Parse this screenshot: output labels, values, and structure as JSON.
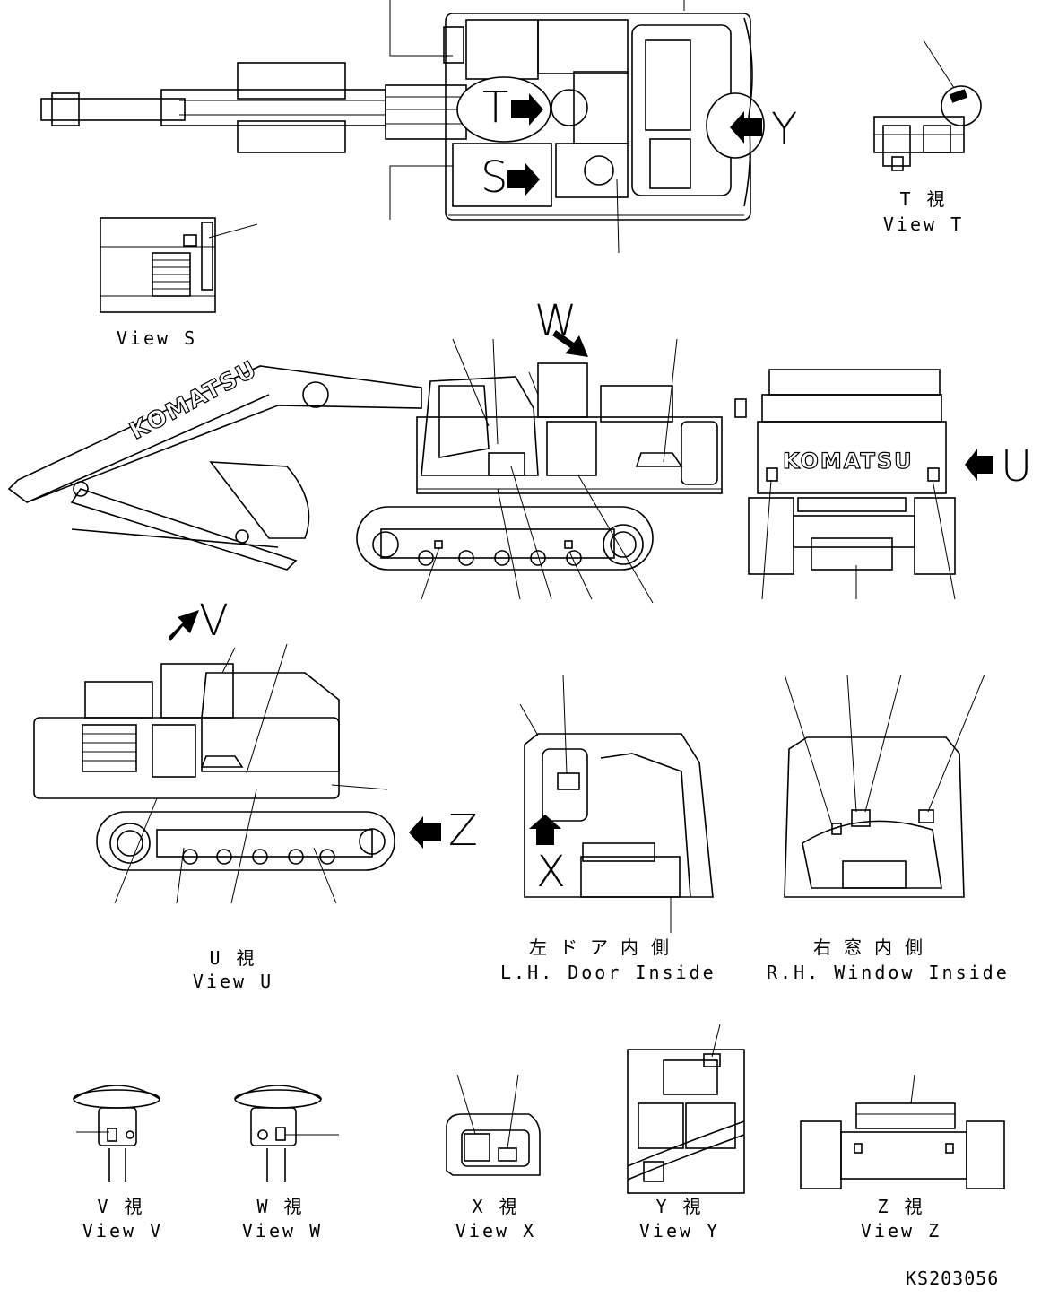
{
  "diagram": {
    "drawing_code": "KS203056",
    "markers": {
      "T": "T",
      "S": "S",
      "Y": "Y",
      "W": "W",
      "U": "U",
      "V": "V",
      "Z": "Z",
      "X": "X"
    },
    "captions": {
      "view_t_jp": "T 視",
      "view_t_en": "View T",
      "view_s_en": "View S",
      "view_u_jp": "U 視",
      "view_u_en": "View U",
      "lh_door_jp": "左ドア内側",
      "lh_door_en": "L.H. Door Inside",
      "rh_window_jp": "右窓内側",
      "rh_window_en": "R.H. Window Inside",
      "view_v_jp": "V 視",
      "view_v_en": "View V",
      "view_w_jp": "W 視",
      "view_w_en": "View W",
      "view_x_jp": "X 視",
      "view_x_en": "View X",
      "view_y_jp": "Y 視",
      "view_y_en": "View Y",
      "view_z_jp": "Z 視",
      "view_z_en": "View Z"
    },
    "brand": {
      "text": "KOMATSU"
    }
  }
}
